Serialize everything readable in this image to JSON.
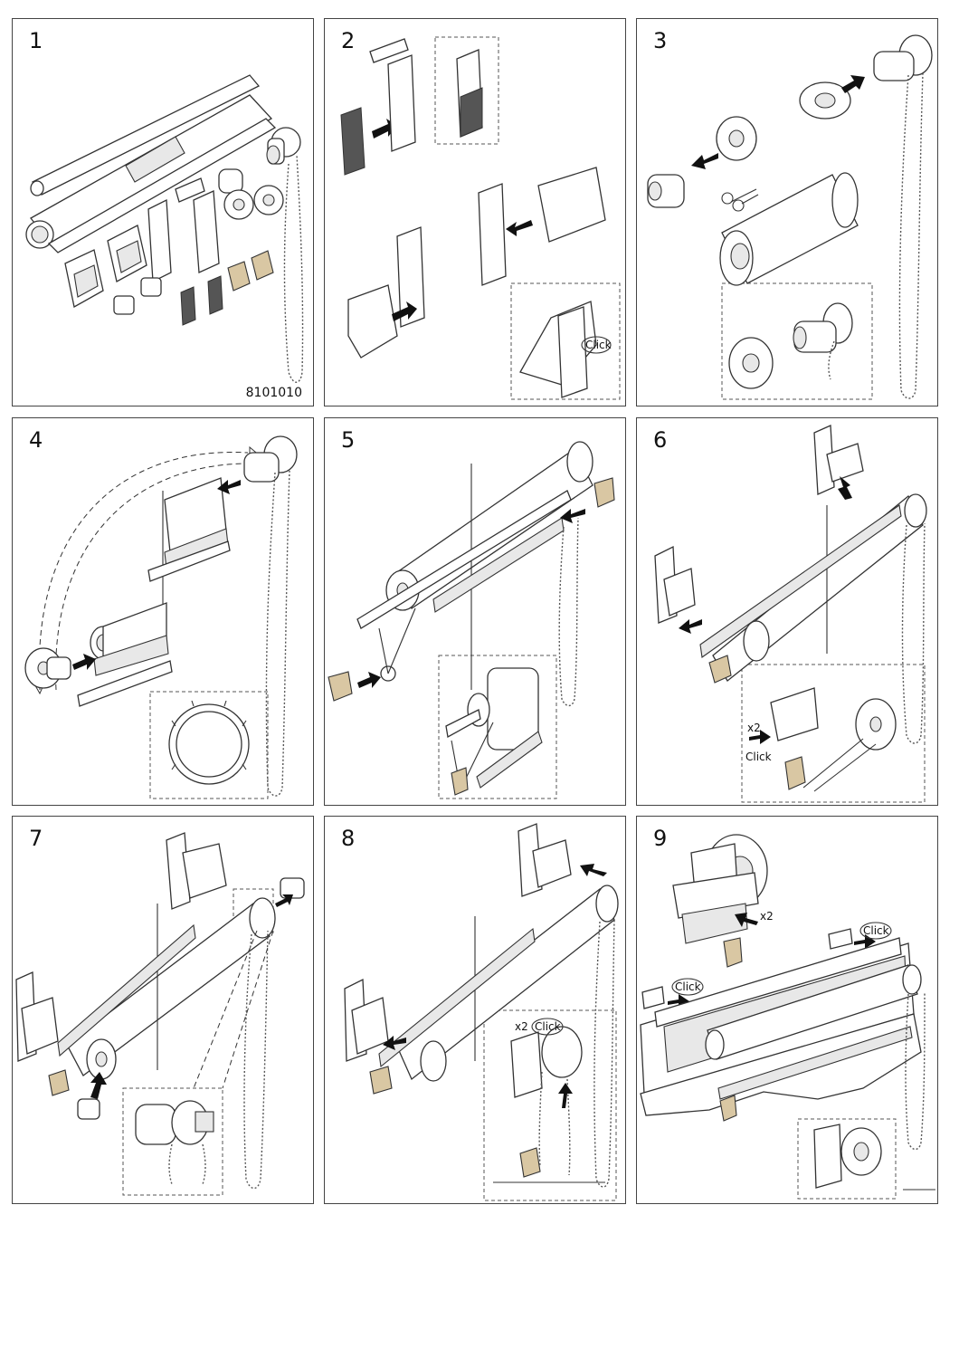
{
  "panels": [
    {
      "step": "1",
      "code": "8101010"
    },
    {
      "step": "2"
    },
    {
      "step": "3"
    },
    {
      "step": "4"
    },
    {
      "step": "5"
    },
    {
      "step": "6"
    },
    {
      "step": "7"
    },
    {
      "step": "8"
    },
    {
      "step": "9"
    }
  ],
  "labels": {
    "click": "Click",
    "x2": "x2"
  }
}
